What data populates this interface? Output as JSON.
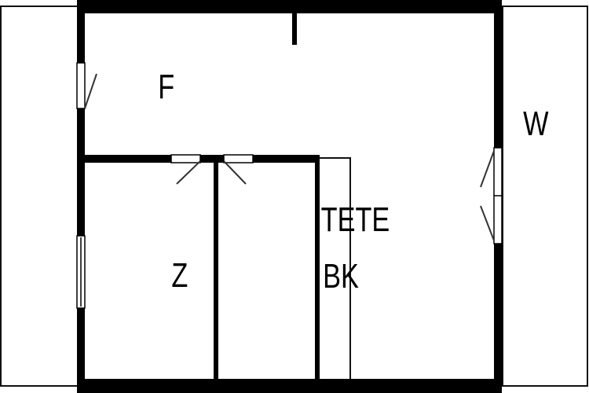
{
  "floor_plan": {
    "rooms": [
      {
        "id": "F",
        "label": "F"
      },
      {
        "id": "W",
        "label": "W"
      },
      {
        "id": "Z",
        "label": "Z"
      },
      {
        "id": "TETE",
        "label": "TETE"
      },
      {
        "id": "BK",
        "label": "BK"
      }
    ],
    "colors": {
      "wall": "#000000",
      "background": "#ffffff",
      "door_swing": "#333333",
      "thin_line": "#111111"
    }
  }
}
